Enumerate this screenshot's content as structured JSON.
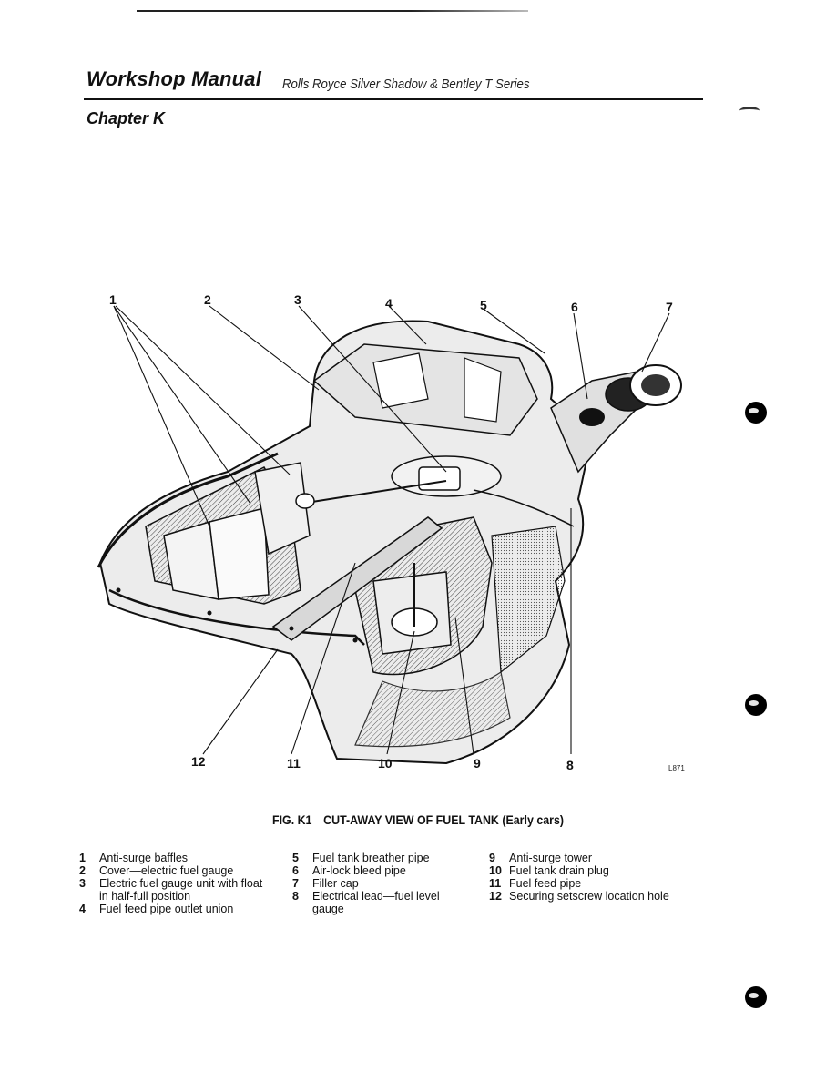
{
  "header": {
    "title": "Workshop Manual",
    "subtitle": "Rolls Royce Silver Shadow & Bentley T Series"
  },
  "chapter": {
    "title": "Chapter K"
  },
  "figure": {
    "callouts": [
      "1",
      "2",
      "3",
      "4",
      "5",
      "6",
      "7",
      "8",
      "9",
      "10",
      "11",
      "12"
    ],
    "ref": "L871",
    "caption_number": "FIG. K1",
    "caption_text": "CUT-AWAY VIEW OF FUEL TANK (Early cars)"
  },
  "legend": {
    "column1": [
      {
        "num": "1",
        "text": "Anti-surge baffles"
      },
      {
        "num": "2",
        "text": "Cover—electric fuel gauge"
      },
      {
        "num": "3",
        "text": "Electric fuel gauge unit with float in half-full position"
      },
      {
        "num": "4",
        "text": "Fuel feed pipe outlet union"
      }
    ],
    "column2": [
      {
        "num": "5",
        "text": "Fuel tank breather pipe"
      },
      {
        "num": "6",
        "text": "Air-lock bleed pipe"
      },
      {
        "num": "7",
        "text": "Filler cap"
      },
      {
        "num": "8",
        "text": "Electrical lead—fuel level gauge"
      }
    ],
    "column3": [
      {
        "num": "9",
        "text": "Anti-surge tower"
      },
      {
        "num": "10",
        "text": "Fuel tank drain plug"
      },
      {
        "num": "11",
        "text": "Fuel feed pipe"
      },
      {
        "num": "12",
        "text": "Securing setscrew location hole"
      }
    ]
  },
  "icons": {
    "punch_holes": [
      "punch-hole-icon",
      "punch-hole-icon",
      "punch-hole-icon"
    ]
  }
}
